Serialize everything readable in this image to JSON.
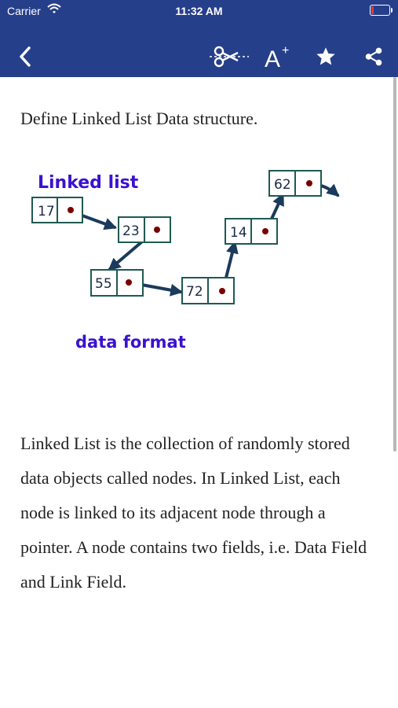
{
  "status": {
    "carrier": "Carrier",
    "time": "11:32 AM",
    "battery_color": "#e23b3b"
  },
  "navbar": {
    "background": "#263f8a",
    "icons": [
      "back-chevron-icon",
      "scissors-icon",
      "font-size-icon",
      "star-icon",
      "share-icon"
    ]
  },
  "content": {
    "question": "Define Linked List Data structure.",
    "paragraph": "Linked List is the collection of randomly stored data objects called nodes. In Linked List, each node is linked to its adjacent node through a pointer. A node contains two fields, i.e. Data Field and Link Field."
  },
  "diagram": {
    "title": "Linked list",
    "caption": "data format",
    "title_color": "#3a12d0",
    "nodes": [
      "17",
      "23",
      "55",
      "72",
      "14",
      "62"
    ]
  }
}
